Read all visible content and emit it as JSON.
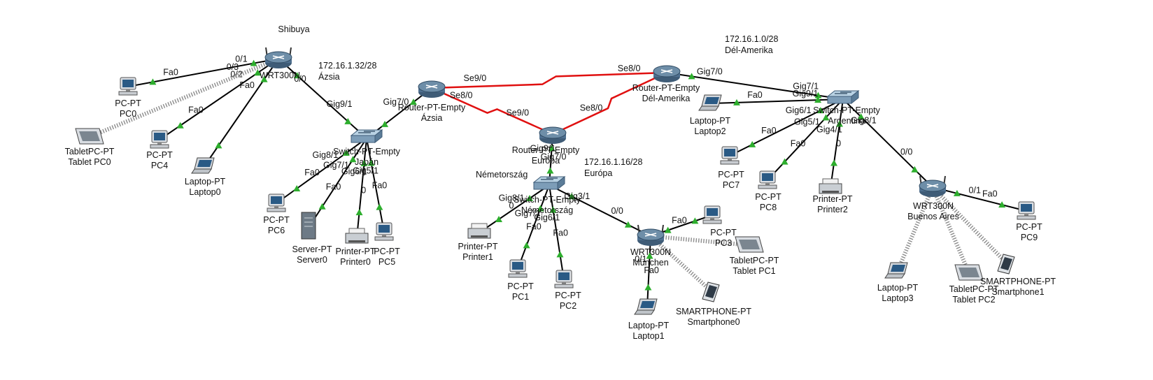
{
  "colors": {
    "background": "#ffffff",
    "cable_ethernet": "#000000",
    "cable_serial": "#e01010",
    "wireless": "#8c8c8c",
    "link_up": "#2dae2d",
    "device_metal": "#6e8ea8",
    "switch_face": "#b9d2e4"
  },
  "annotations": [
    "172.16.1.32/28",
    "Ázsia",
    "172.16.1.0/28",
    "Dél-Amerika",
    "172.16.1.16/28",
    "Európa",
    "Németország"
  ],
  "devices": [
    {
      "id": "shibuya",
      "icon": "wireless-router-icon",
      "model": "WRT300N",
      "name": "Shibuya"
    },
    {
      "id": "pc0",
      "icon": "pc-icon",
      "model": "PC-PT",
      "name": "PC0"
    },
    {
      "id": "pc4",
      "icon": "pc-icon",
      "model": "PC-PT",
      "name": "PC4"
    },
    {
      "id": "tabletpc0",
      "icon": "tablet-icon",
      "model": "TabletPC-PT",
      "name": "Tablet PC0"
    },
    {
      "id": "laptop0",
      "icon": "laptop-icon",
      "model": "Laptop-PT",
      "name": "Laptop0"
    },
    {
      "id": "asia_router",
      "icon": "router-icon",
      "model": "Router-PT-Empty",
      "name": "Ázsia"
    },
    {
      "id": "japan_switch",
      "icon": "switch-icon",
      "model": "Switch-PT-Empty",
      "name": "Japán"
    },
    {
      "id": "pc6",
      "icon": "pc-icon",
      "model": "PC-PT",
      "name": "PC6"
    },
    {
      "id": "server0",
      "icon": "server-icon",
      "model": "Server-PT",
      "name": "Server0"
    },
    {
      "id": "printer0",
      "icon": "printer-icon",
      "model": "Printer-PT",
      "name": "Printer0"
    },
    {
      "id": "pc5",
      "icon": "pc-icon",
      "model": "PC-PT",
      "name": "PC5"
    },
    {
      "id": "europe_router",
      "icon": "router-icon",
      "model": "Router-PT-Empty",
      "name": "Európa"
    },
    {
      "id": "germany_switch",
      "icon": "switch-icon",
      "model": "Switch-PT-Empty",
      "name": "Németország"
    },
    {
      "id": "printer1",
      "icon": "printer-icon",
      "model": "Printer-PT",
      "name": "Printer1"
    },
    {
      "id": "pc1",
      "icon": "pc-icon",
      "model": "PC-PT",
      "name": "PC1"
    },
    {
      "id": "pc2",
      "icon": "pc-icon",
      "model": "PC-PT",
      "name": "PC2"
    },
    {
      "id": "munchen",
      "icon": "wireless-router-icon",
      "model": "WRT300N",
      "name": "München"
    },
    {
      "id": "pc3",
      "icon": "pc-icon",
      "model": "PC-PT",
      "name": "PC3"
    },
    {
      "id": "tabletpc1",
      "icon": "tablet-icon",
      "model": "TabletPC-PT",
      "name": "Tablet PC1"
    },
    {
      "id": "smartphone0",
      "icon": "smartphone-icon",
      "model": "SMARTPHONE-PT",
      "name": "Smartphone0"
    },
    {
      "id": "laptop1",
      "icon": "laptop-icon",
      "model": "Laptop-PT",
      "name": "Laptop1"
    },
    {
      "id": "sa_router",
      "icon": "router-icon",
      "model": "Router-PT-Empty",
      "name": "Dél-Amerika"
    },
    {
      "id": "argentina_switch",
      "icon": "switch-icon",
      "model": "Switch-PT-Empty",
      "name": "Argentina"
    },
    {
      "id": "laptop2",
      "icon": "laptop-icon",
      "model": "Laptop-PT",
      "name": "Laptop2"
    },
    {
      "id": "pc7",
      "icon": "pc-icon",
      "model": "PC-PT",
      "name": "PC7"
    },
    {
      "id": "pc8",
      "icon": "pc-icon",
      "model": "PC-PT",
      "name": "PC8"
    },
    {
      "id": "printer2",
      "icon": "printer-icon",
      "model": "Printer-PT",
      "name": "Printer2"
    },
    {
      "id": "buenos_aires",
      "icon": "wireless-router-icon",
      "model": "WRT300N",
      "name": "Buenos Aires"
    },
    {
      "id": "pc9",
      "icon": "pc-icon",
      "model": "PC-PT",
      "name": "PC9"
    },
    {
      "id": "laptop3",
      "icon": "laptop-icon",
      "model": "Laptop-PT",
      "name": "Laptop3"
    },
    {
      "id": "tabletpc2",
      "icon": "tablet-icon",
      "model": "TabletPC-PT",
      "name": "Tablet PC2"
    },
    {
      "id": "smartphone1",
      "icon": "smartphone-icon",
      "model": "SMARTPHONE-PT",
      "name": "Smartphone1"
    }
  ],
  "links": [
    {
      "from": "shibuya",
      "to": "pc0",
      "type": "ethernet",
      "labels": [
        "0/1",
        "Fa0"
      ]
    },
    {
      "from": "shibuya",
      "to": "pc4",
      "type": "ethernet",
      "labels": [
        "0/2",
        "Fa0"
      ]
    },
    {
      "from": "shibuya",
      "to": "tabletpc0",
      "type": "wireless",
      "labels": [
        "0/3"
      ]
    },
    {
      "from": "shibuya",
      "to": "laptop0",
      "type": "ethernet",
      "labels": [
        "Fa0"
      ]
    },
    {
      "from": "shibuya",
      "to": "japan_switch",
      "type": "ethernet",
      "labels": [
        "0/0",
        "Gig9/1"
      ]
    },
    {
      "from": "asia_router",
      "to": "japan_switch",
      "type": "ethernet",
      "labels": [
        "Gig7/0"
      ]
    },
    {
      "from": "asia_router",
      "to": "sa_router",
      "type": "serial",
      "labels": [
        "Se9/0",
        "Se8/0"
      ]
    },
    {
      "from": "asia_router",
      "to": "europe_router",
      "type": "serial",
      "labels": [
        "Se8/0",
        "Se9/0"
      ]
    },
    {
      "from": "europe_router",
      "to": "sa_router",
      "type": "serial",
      "labels": [
        "Se8/0"
      ]
    },
    {
      "from": "japan_switch",
      "to": "pc6",
      "type": "ethernet",
      "labels": [
        "Gig8/1",
        "Fa0"
      ]
    },
    {
      "from": "japan_switch",
      "to": "server0",
      "type": "ethernet",
      "labels": [
        "Gig7/1",
        "Fa0"
      ]
    },
    {
      "from": "japan_switch",
      "to": "printer0",
      "type": "ethernet",
      "labels": [
        "Gig6/1",
        "0"
      ]
    },
    {
      "from": "japan_switch",
      "to": "pc5",
      "type": "ethernet",
      "labels": [
        "Gig5/1",
        "Fa0"
      ]
    },
    {
      "from": "europe_router",
      "to": "germany_switch",
      "type": "ethernet",
      "labels": [
        "Gig9/1",
        "Gig7/0"
      ]
    },
    {
      "from": "germany_switch",
      "to": "printer1",
      "type": "ethernet",
      "labels": [
        "Gig8/1",
        "0"
      ]
    },
    {
      "from": "germany_switch",
      "to": "pc1",
      "type": "ethernet",
      "labels": [
        "Gig7/1",
        "Fa0"
      ]
    },
    {
      "from": "germany_switch",
      "to": "pc2",
      "type": "ethernet",
      "labels": [
        "Gig6/1",
        "Fa0"
      ]
    },
    {
      "from": "germany_switch",
      "to": "munchen",
      "type": "ethernet",
      "labels": [
        "Gig3/1",
        "0/0"
      ]
    },
    {
      "from": "munchen",
      "to": "pc3",
      "type": "ethernet",
      "labels": [
        "Fa0"
      ]
    },
    {
      "from": "munchen",
      "to": "tabletpc1",
      "type": "wireless",
      "labels": []
    },
    {
      "from": "munchen",
      "to": "smartphone0",
      "type": "wireless",
      "labels": []
    },
    {
      "from": "munchen",
      "to": "laptop1",
      "type": "ethernet",
      "labels": [
        "0/1",
        "Fa0"
      ]
    },
    {
      "from": "sa_router",
      "to": "argentina_switch",
      "type": "ethernet",
      "labels": [
        "Gig7/0",
        "Gig7/1"
      ]
    },
    {
      "from": "argentina_switch",
      "to": "laptop2",
      "type": "ethernet",
      "labels": [
        "Gig9/1",
        "Fa0"
      ]
    },
    {
      "from": "argentina_switch",
      "to": "pc7",
      "type": "ethernet",
      "labels": [
        "Gig6/1",
        "Fa0"
      ]
    },
    {
      "from": "argentina_switch",
      "to": "pc8",
      "type": "ethernet",
      "labels": [
        "Gig5/1",
        "Fa0"
      ]
    },
    {
      "from": "argentina_switch",
      "to": "printer2",
      "type": "ethernet",
      "labels": [
        "Gig4/1",
        "0"
      ]
    },
    {
      "from": "argentina_switch",
      "to": "buenos_aires",
      "type": "ethernet",
      "labels": [
        "Gig8/1",
        "0/0"
      ]
    },
    {
      "from": "buenos_aires",
      "to": "pc9",
      "type": "ethernet",
      "labels": [
        "0/1",
        "Fa0"
      ]
    },
    {
      "from": "buenos_aires",
      "to": "laptop3",
      "type": "wireless",
      "labels": []
    },
    {
      "from": "buenos_aires",
      "to": "tabletpc2",
      "type": "wireless",
      "labels": []
    },
    {
      "from": "buenos_aires",
      "to": "smartphone1",
      "type": "wireless",
      "labels": []
    }
  ]
}
